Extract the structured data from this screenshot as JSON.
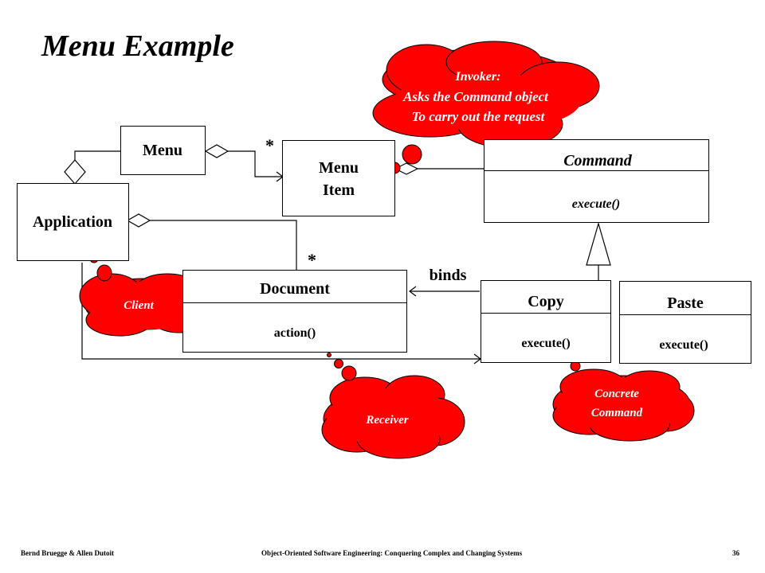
{
  "title": "Menu Example",
  "classes": {
    "menu": "Menu",
    "menu_item_line1": "Menu",
    "menu_item_line2": "Item",
    "application": "Application",
    "command": "Command",
    "command_op": "execute()",
    "document": "Document",
    "document_op": "action()",
    "copy": "Copy",
    "copy_op": "execute()",
    "paste": "Paste",
    "paste_op": "execute()"
  },
  "multiplicities": {
    "menu_item": "*",
    "document": "*"
  },
  "association_labels": {
    "binds": "binds"
  },
  "callouts": {
    "invoker": [
      "Invoker:",
      "Asks the Command object",
      "To carry out the request"
    ],
    "client": "Client",
    "receiver": "Receiver",
    "concrete_command": [
      "Concrete",
      "Command"
    ]
  },
  "colors": {
    "callout_fill": "#ff0000",
    "callout_text": "#ffffff",
    "line": "#000000"
  },
  "footer": {
    "authors": "Bernd Bruegge & Allen Dutoit",
    "book": "Object-Oriented Software Engineering: Conquering Complex and Changing Systems",
    "page": "36"
  }
}
